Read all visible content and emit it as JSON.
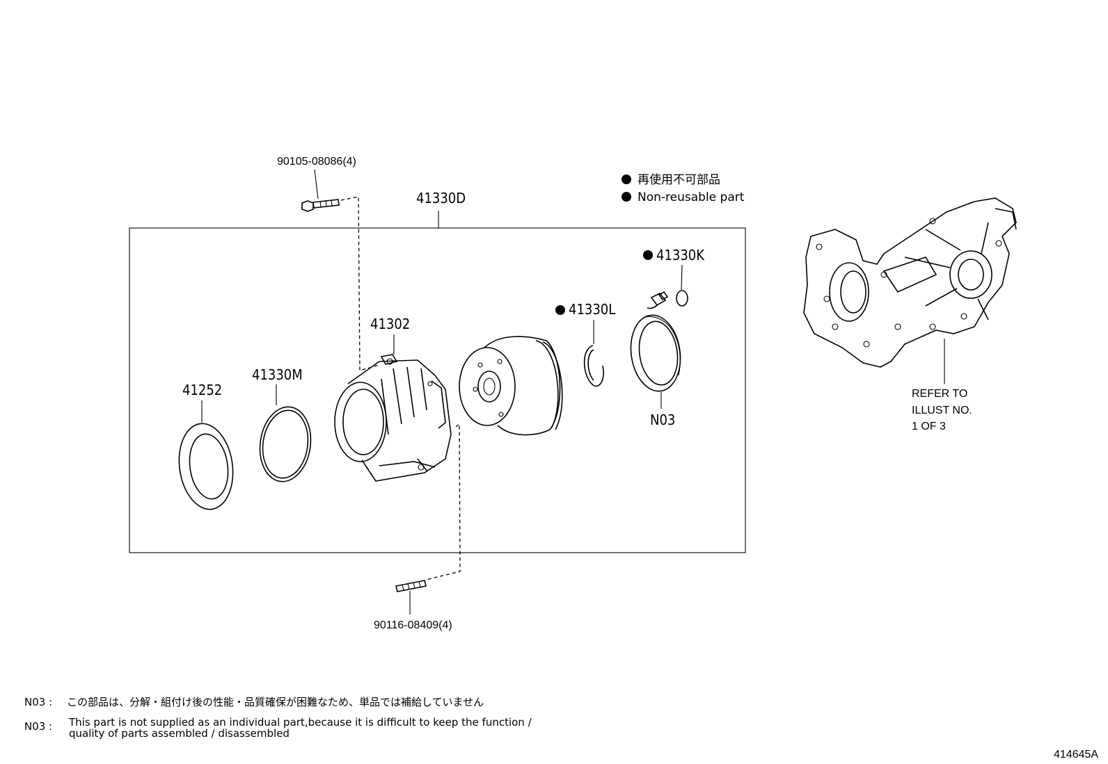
{
  "legend": {
    "ja": "再使用不可部品",
    "en": "Non-reusable part"
  },
  "callouts": {
    "bolt_top": "90105-08086(4)",
    "assembly": "41330D",
    "part_41330K": "41330K",
    "part_41330L": "41330L",
    "part_41302": "41302",
    "part_41330M": "41330M",
    "part_41252": "41252",
    "part_N03": "N03",
    "stud_bottom": "90116-08409(4)"
  },
  "refer": {
    "line1": "REFER TO",
    "line2": "ILLUST NO.",
    "line3": "1 OF 3"
  },
  "notes": {
    "n03_ja_key": "N03 :",
    "n03_ja_text": "この部品は、分解・組付け後の性能・品質確保が困難なため、単品では補給していません",
    "n03_en_key": "N03 :",
    "n03_en_line1": "This part is not supplied as an individual part,because it is difficult to keep the function /",
    "n03_en_line2": "quality of parts assembled / disassembled"
  },
  "illustration_id": "414645A"
}
